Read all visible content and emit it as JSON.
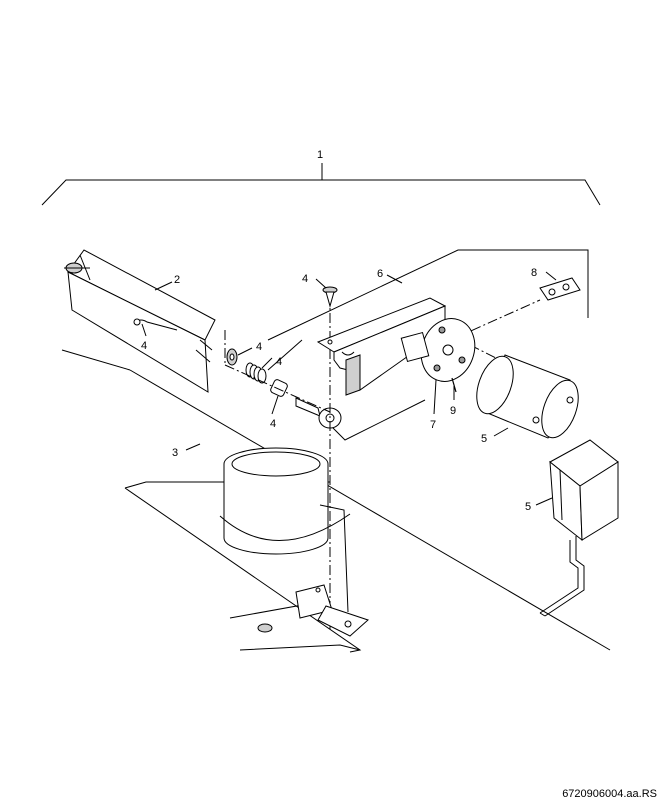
{
  "callouts": {
    "c1": "1",
    "c2": "2",
    "c3": "3",
    "c4a": "4",
    "c4b": "4",
    "c4c": "4",
    "c4d": "4",
    "c4e": "4",
    "c5a": "5",
    "c5b": "5",
    "c6": "6",
    "c7": "7",
    "c8": "8",
    "c9": "9"
  },
  "document_number": "6720906004.aa.RS"
}
